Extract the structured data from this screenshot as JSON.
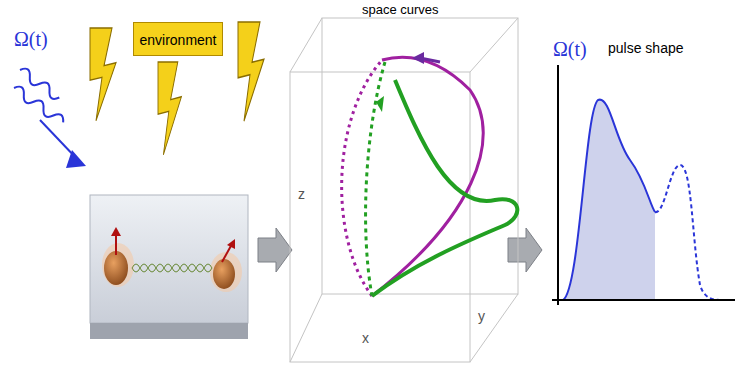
{
  "diagram": {
    "nodes": [
      {
        "text": [
          "environment"
        ]
      }
    ],
    "labels": [
      "Ω(t)",
      "space curves",
      "z",
      "x",
      "y",
      "Ω(t)",
      "pulse shape"
    ]
  }
}
